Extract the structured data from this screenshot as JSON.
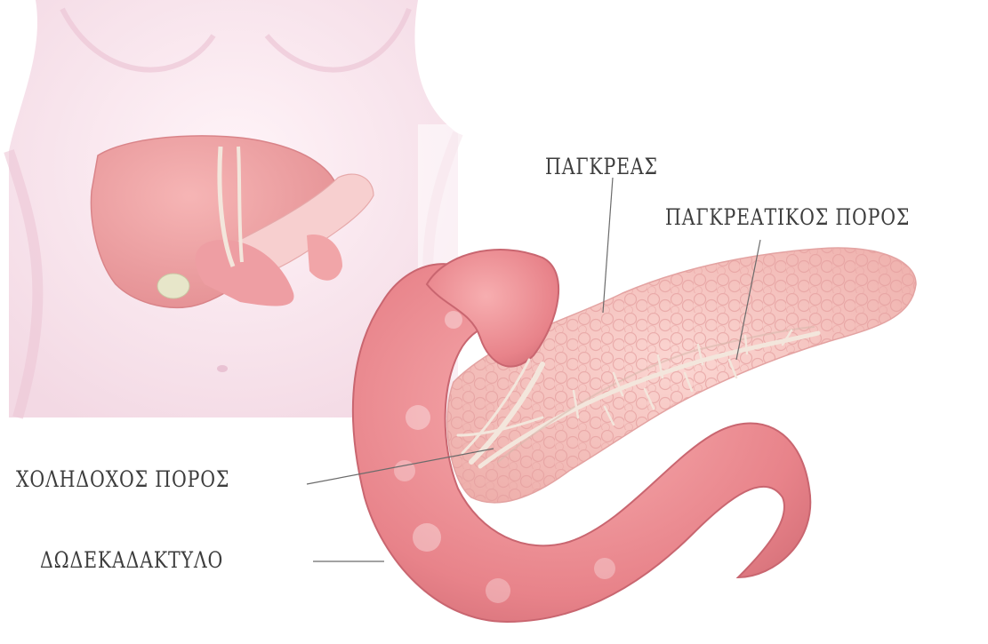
{
  "labels": {
    "pancreas": "ΠΑΓΚΡΕΑΣ",
    "pancreatic_duct": "ΠΑΓΚΡΕΑΤΙΚΟΣ ΠΟΡΟΣ",
    "bile_duct": "ΧΟΛΗΔΟΧΟΣ ΠΟΡΟΣ",
    "duodenum": "ΔΩΔΕΚΑΔΑΚΤΥΛΟ"
  },
  "colors": {
    "label_text": "#3d3d3d",
    "leader_line": "#6b6b6b",
    "skin": "#f8e4ec",
    "organ": "#e88b90",
    "pancreas": "#f4c0bd",
    "duct": "#f3e6dc"
  }
}
